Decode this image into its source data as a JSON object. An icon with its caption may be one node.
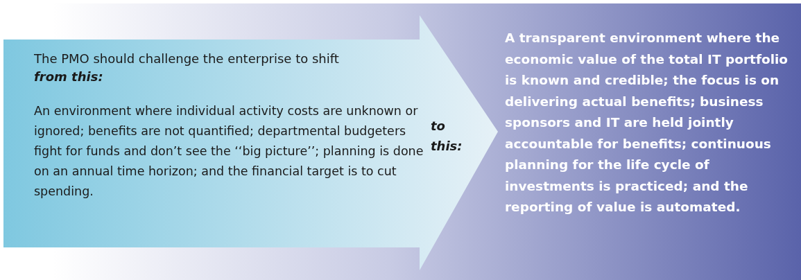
{
  "diagram": {
    "nodes": [
      {
        "text": [
          "The PMO should challenge the enterprise to shift",
          "from this:",
          "An environment where individual activity costs are unknown or ignored; benefits are not quantified; departmental budgeters fight for funds and don’t see the ‘‘big picture’’; planning is done on an annual time horizon; and the financial target is to cut spending.",
          "to this:"
        ]
      },
      {
        "text": [
          "A transparent environment where the economic value of the total IT portfolio is known and credible; the focus is on delivering actual benefits; business sponsors and IT are held jointly accountable for benefits; continuous planning for the life cycle of investments is practiced; and the reporting of value is automated."
        ]
      }
    ]
  }
}
